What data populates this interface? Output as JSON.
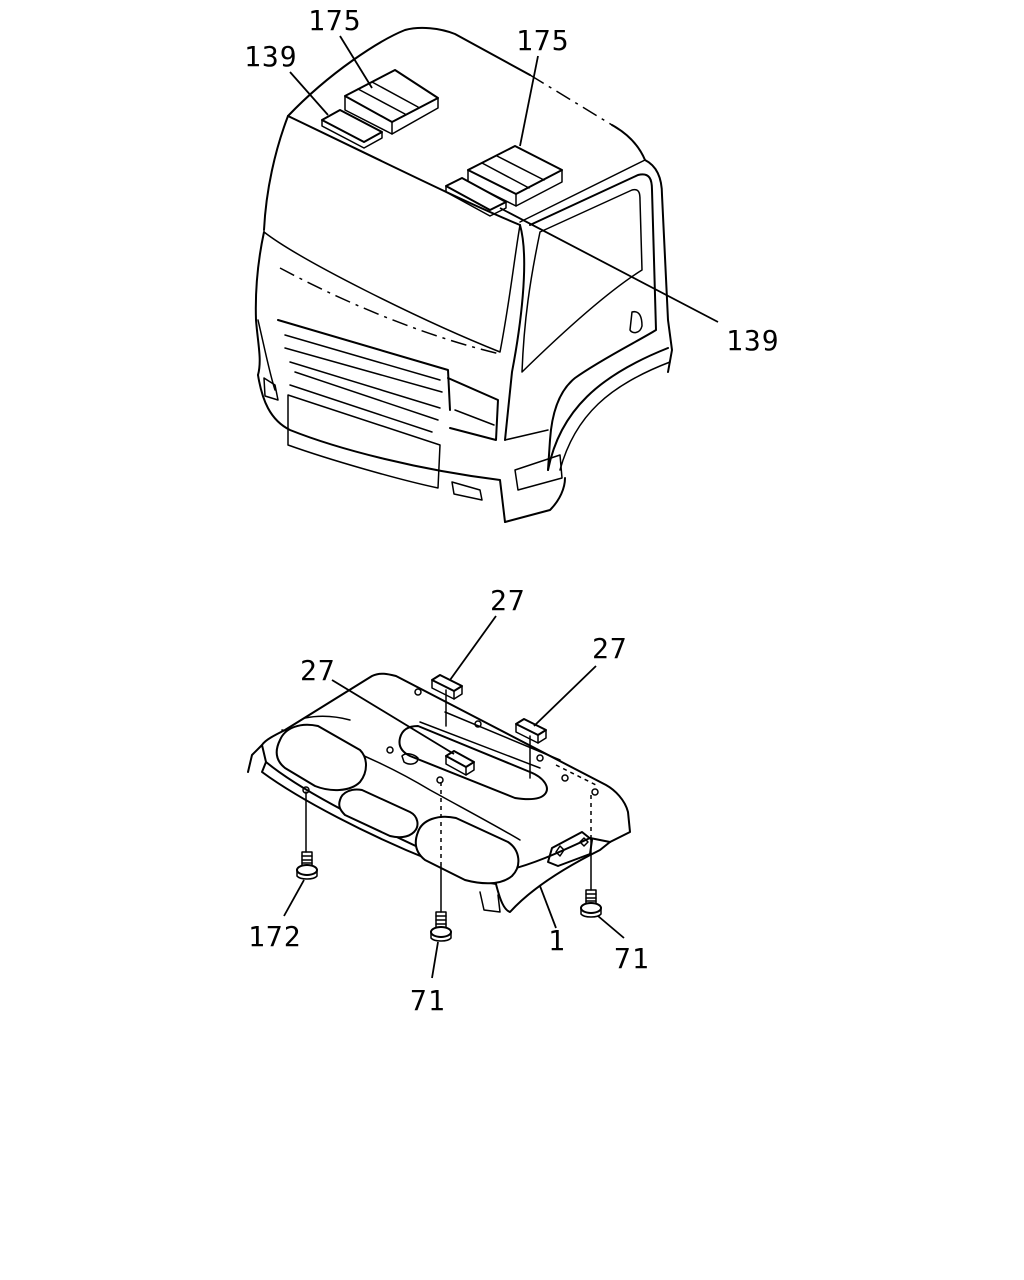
{
  "callouts": {
    "cab_pad_front_left": "175",
    "cab_pad_front_right": "175",
    "cab_strip_left": "139",
    "cab_strip_right": "139",
    "liner_pad_top": "27",
    "liner_pad_right": "27",
    "liner_pad_left": "27",
    "liner_panel": "1",
    "screw_left": "172",
    "screw_center": "71",
    "screw_right": "71"
  }
}
